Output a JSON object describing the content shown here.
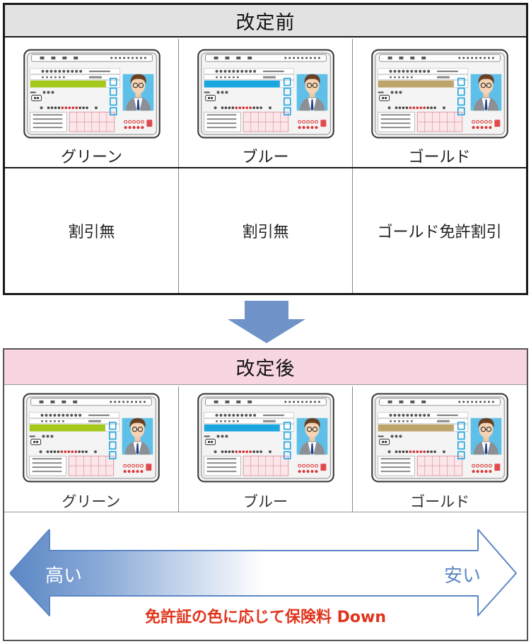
{
  "before": {
    "title": "改定前",
    "cards": [
      {
        "label": "グリーン",
        "band_color": "#a4c81c"
      },
      {
        "label": "ブルー",
        "band_color": "#1aa6df"
      },
      {
        "label": "ゴールド",
        "band_color": "#bea36a"
      }
    ],
    "discounts": [
      "割引無",
      "割引無",
      "ゴールド免許割引"
    ]
  },
  "after": {
    "title": "改定後",
    "cards": [
      {
        "label": "グリーン",
        "band_color": "#a4c81c"
      },
      {
        "label": "ブルー",
        "band_color": "#1aa6df"
      },
      {
        "label": "ゴールド",
        "band_color": "#bea36a"
      }
    ],
    "scale": {
      "high_label": "高い",
      "cheap_label": "安い",
      "caption": "免許証の色に応じて保険料 Down"
    }
  },
  "colors": {
    "arrow_blue": "#6f93c9",
    "scale_dark": "#5b87c5",
    "caption_red": "#e0341c",
    "after_header": "#f8d6e1",
    "before_header": "#e2e2e2"
  }
}
